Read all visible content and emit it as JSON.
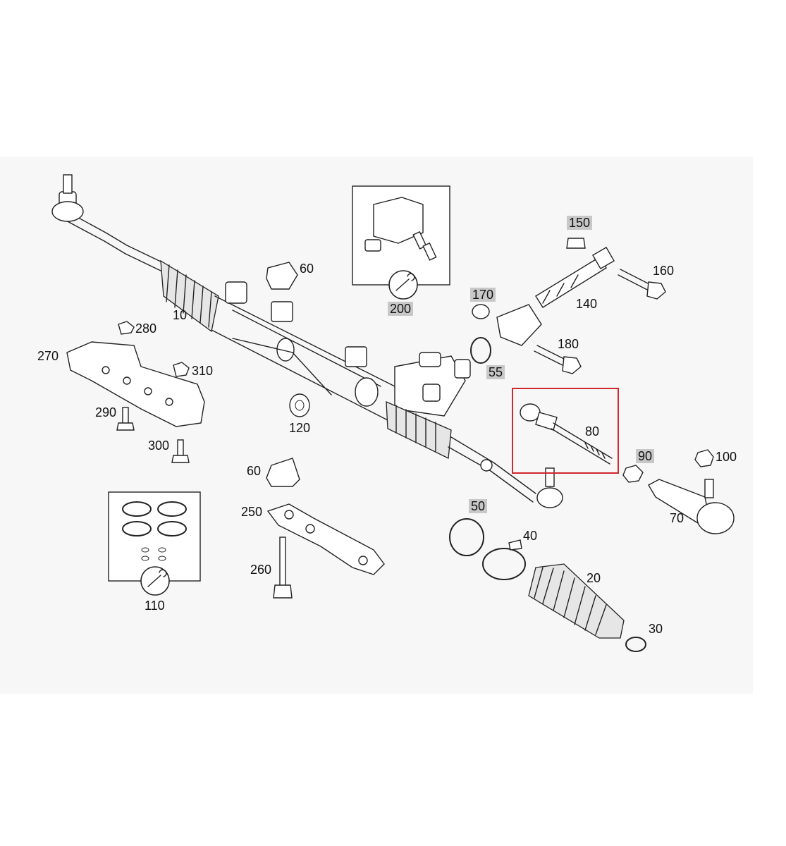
{
  "diagram": {
    "highlight_color": "#d0282f",
    "label_bg": "#c8c8c8",
    "labels": {
      "l10": "10",
      "l20": "20",
      "l30": "30",
      "l40": "40",
      "l50": "50",
      "l55": "55",
      "l60a": "60",
      "l60b": "60",
      "l70": "70",
      "l80": "80",
      "l90": "90",
      "l100": "100",
      "l110": "110",
      "l120": "120",
      "l140": "140",
      "l150": "150",
      "l160": "160",
      "l170": "170",
      "l180": "180",
      "l200": "200",
      "l250": "250",
      "l260": "260",
      "l270": "270",
      "l280": "280",
      "l290": "290",
      "l300": "300",
      "l310": "310"
    },
    "icons": {
      "service_kit_200": "wrench-icon",
      "service_kit_110": "wrench-icon"
    }
  }
}
